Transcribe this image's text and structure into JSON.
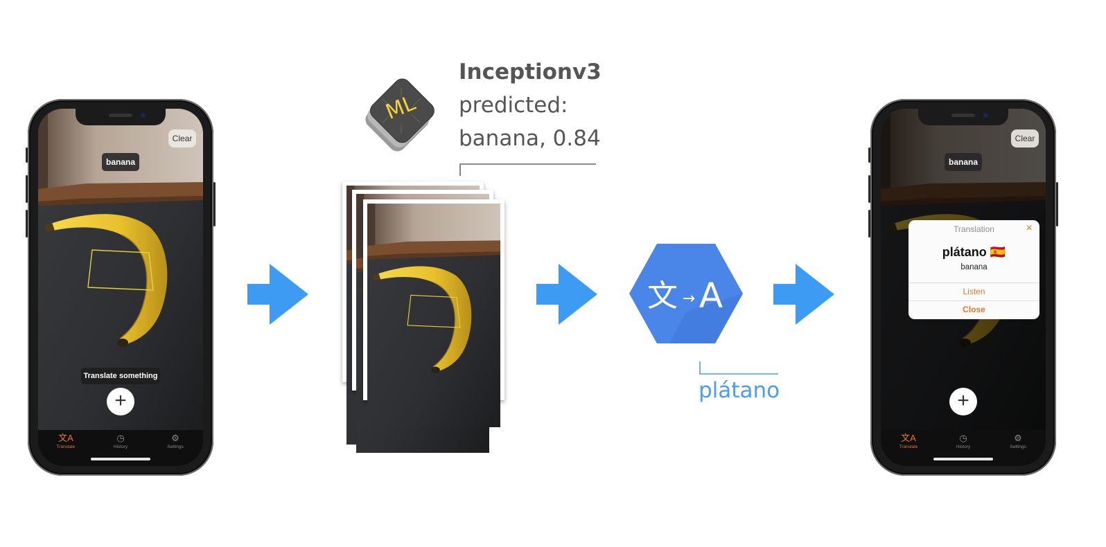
{
  "model": {
    "name": "Inceptionv3",
    "predicted_label": "predicted:",
    "prediction": "banana, 0.84",
    "logo_text": "ML"
  },
  "translation_output": "plátano",
  "icons": {
    "coreml_logo": "coreml-icon",
    "translate_logo": "google-translate-icon",
    "flow_arrow": "arrow-right-icon"
  },
  "colors": {
    "arrow": "#3d9bf3",
    "translate_hex": "#4a86e8",
    "accent": "#e2762a",
    "ml_yellow": "#f3d33b"
  },
  "translate_logo": {
    "source_glyph": "文",
    "arrow_glyph": "→",
    "target_glyph": "A"
  },
  "phone_left": {
    "clear_button": "Clear",
    "detected_label": "banana",
    "hint": "Translate something",
    "add_button": "+",
    "tabs": [
      {
        "label": "Translate",
        "icon": "translate-icon",
        "glyph": "文A",
        "active": true
      },
      {
        "label": "History",
        "icon": "history-icon",
        "glyph": "◷",
        "active": false
      },
      {
        "label": "Settings",
        "icon": "gear-icon",
        "glyph": "⚙",
        "active": false
      }
    ]
  },
  "phone_right": {
    "clear_button": "Clear",
    "detected_label": "banana",
    "add_button": "+",
    "card": {
      "title": "Translation",
      "close_icon": "×",
      "word": "plátano 🇪🇸",
      "source": "banana",
      "listen": "Listen",
      "close": "Close"
    },
    "tabs": [
      {
        "label": "Translate",
        "icon": "translate-icon",
        "glyph": "文A",
        "active": true
      },
      {
        "label": "History",
        "icon": "history-icon",
        "glyph": "◷",
        "active": false
      },
      {
        "label": "Settings",
        "icon": "gear-icon",
        "glyph": "⚙",
        "active": false
      }
    ]
  }
}
